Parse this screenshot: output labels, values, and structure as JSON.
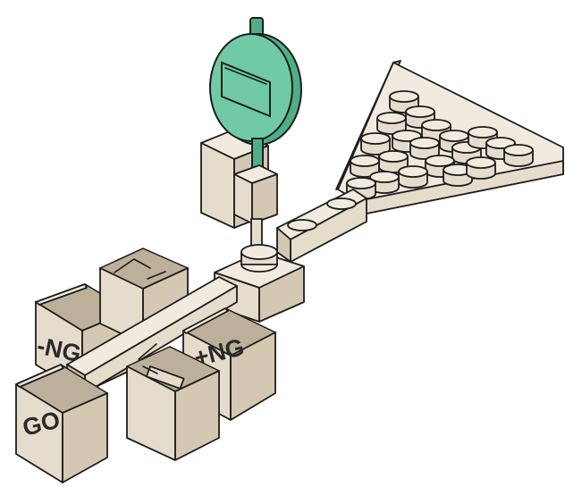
{
  "labels": {
    "go": "GO",
    "minus_ng": "-NG",
    "plus_ng": "+NG"
  },
  "colors": {
    "gauge": "#6fcaa5",
    "gauge_dark": "#4fae88",
    "material": "#e6dccb",
    "outline": "#1d1d1d"
  },
  "icons": {
    "dial_gauge": "dial-gauge-icon",
    "parts": "cylindrical-part-icon"
  }
}
